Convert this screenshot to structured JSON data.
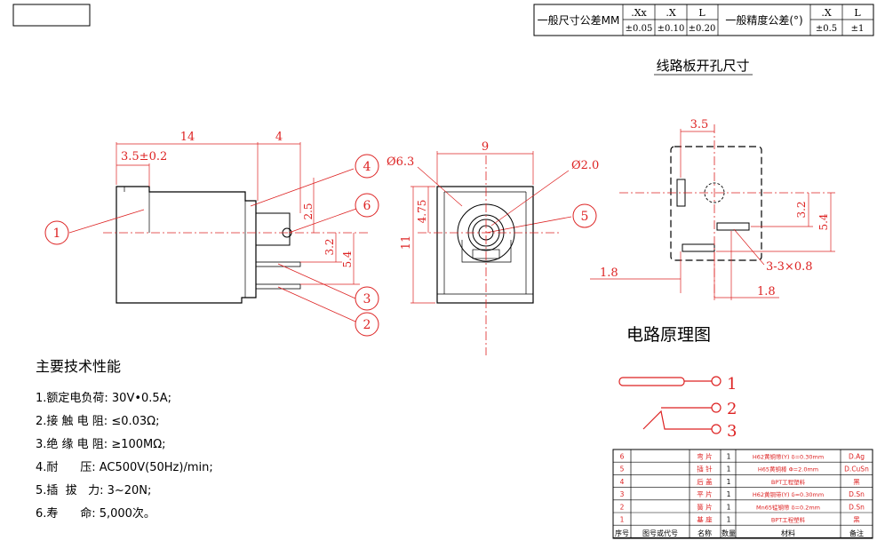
{
  "tolerance_table": {
    "label_mm": "一般尺寸公差MM",
    "cols_mm": [
      ".Xx",
      ".X",
      "L"
    ],
    "vals_mm": [
      "±0.05",
      "±0.10",
      "±0.20"
    ],
    "label_deg": "一般精度公差(°)",
    "cols_deg": [
      ".X",
      "L"
    ],
    "vals_deg": [
      "±0.5",
      "±1"
    ]
  },
  "side_view": {
    "dim_total": "14",
    "dim_right": "4",
    "dim_left": "3.5±0.2",
    "dim_v1": "2.5",
    "dim_v2": "3.2",
    "dim_v3": "5.4"
  },
  "front_view": {
    "dim_width": "9",
    "dim_dia_outer": "Ø6.3",
    "dim_dia_pin": "Ø2.0",
    "dim_v1": "4.75",
    "dim_v2": "11"
  },
  "callouts": [
    "1",
    "2",
    "3",
    "4",
    "5",
    "6"
  ],
  "pcb": {
    "title": "线路板开孔尺寸",
    "dim_top": "3.5",
    "dim_v1": "3.2",
    "dim_v2": "5.4",
    "dim_left": "1.8",
    "dim_bottom": "1.8",
    "dim_slot": "3-3×0.8"
  },
  "circuit": {
    "title": "电路原理图",
    "pins": [
      "1",
      "2",
      "3"
    ]
  },
  "specs": {
    "title": "主要技术性能",
    "items": [
      "1.额定电负荷: 30V•0.5A;",
      "2.接 触 电 阻: ≤0.03Ω;",
      "3.绝 缘 电 阻: ≥100MΩ;",
      "4.耐      压: AC500V(50Hz)/min;",
      "5.插  拔   力: 3~20N;",
      "6.寿      命: 5,000次。"
    ]
  },
  "bom": {
    "headers": [
      "序号",
      "图号或代号",
      "名称",
      "数量",
      "材料",
      "备注"
    ],
    "rows": [
      {
        "no": "6",
        "name": "弯  片",
        "qty": "1",
        "mat": "H62黄铜带(Y) δ=0.30mm",
        "note": "D.Ag"
      },
      {
        "no": "5",
        "name": "插  针",
        "qty": "1",
        "mat": "H65黄铜棒  Φ=2.0mm",
        "note": "D.CuSn"
      },
      {
        "no": "4",
        "name": "后  盖",
        "qty": "1",
        "mat": "BPT工程塑料",
        "note": "黑"
      },
      {
        "no": "3",
        "name": "平  片",
        "qty": "1",
        "mat": "H62黄铜带(Y) δ=0.30mm",
        "note": "D.Sn"
      },
      {
        "no": "2",
        "name": "簧  片",
        "qty": "1",
        "mat": "Mn65锰钢带 δ=0.2mm",
        "note": "D.Sn"
      },
      {
        "no": "1",
        "name": "基  座",
        "qty": "1",
        "mat": "BPT工程塑料",
        "note": "黑"
      }
    ]
  }
}
